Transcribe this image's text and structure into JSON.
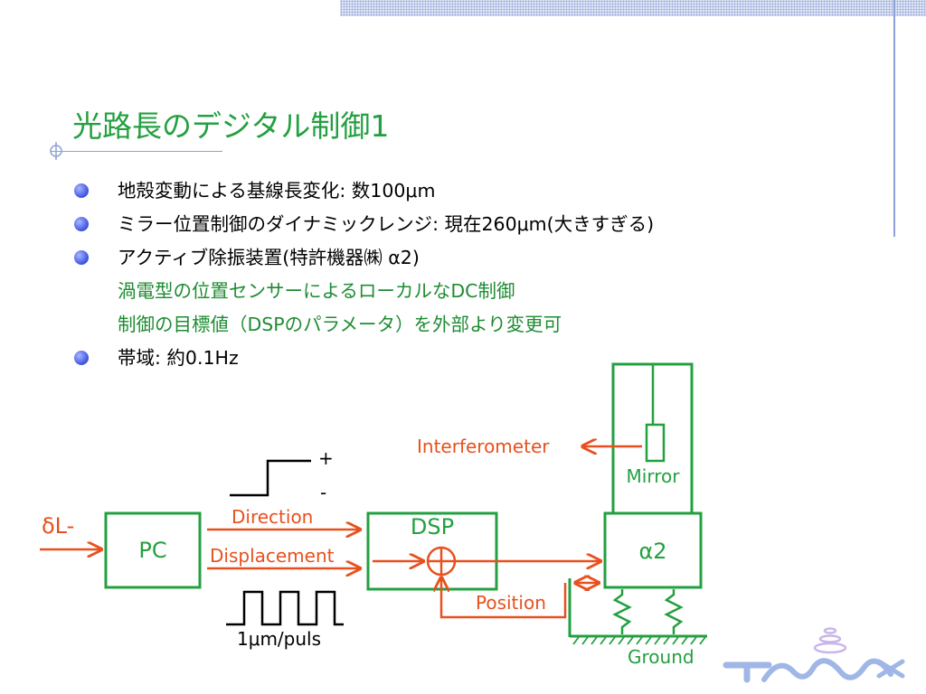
{
  "slide": {
    "title": "光路長のデジタル制御1",
    "bullets": [
      {
        "text": "地殻変動による基線長変化: 数100μm",
        "bullet": true
      },
      {
        "text": "ミラー位置制御のダイナミックレンジ: 現在260μm(大きすぎる)",
        "bullet": true
      },
      {
        "text": "アクティブ除振装置(特許機器㈱ α2)",
        "bullet": true
      },
      {
        "text": "渦電型の位置センサーによるローカルなDC制御",
        "bullet": false
      },
      {
        "text": "制御の目標値（DSPのパラメータ）を外部より変更可",
        "bullet": false
      },
      {
        "text": "帯域: 約0.1Hz",
        "bullet": true
      }
    ]
  },
  "diagram": {
    "input_label": "δL-",
    "pc": "PC",
    "dsp": "DSP",
    "alpha": "α2",
    "mirror": "Mirror",
    "interferometer": "Interferometer",
    "direction": "Direction",
    "displacement": "Displacement",
    "position": "Position",
    "ground": "Ground",
    "plus": "+",
    "minus": "-",
    "pulse_unit": "1μm/puls"
  },
  "colors": {
    "title": "#23a040",
    "box": "#23a040",
    "arrow": "#e8501e",
    "bullet": "#3a51e0",
    "sub_text": "#1e8c32"
  },
  "logo": {
    "text": "TAMA"
  }
}
